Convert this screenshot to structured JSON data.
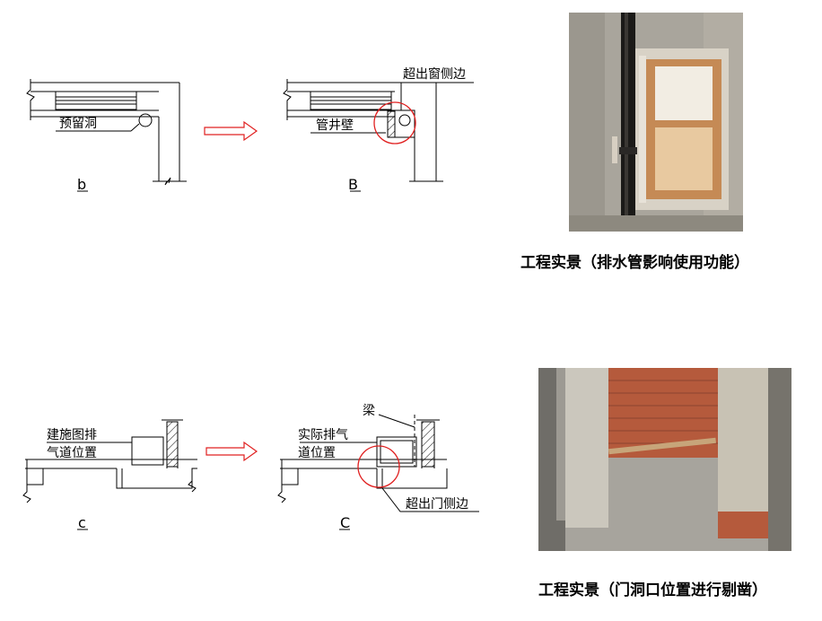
{
  "panel_b": {
    "label_reserved_hole": "预留洞",
    "letter": "b"
  },
  "panel_B": {
    "label_exceeds_window": "超出窗侧边",
    "label_shaft_wall": "管井壁",
    "letter": "B"
  },
  "panel_c": {
    "label_design_position_line1": "建施图排",
    "label_design_position_line2": "气道位置",
    "letter": "c"
  },
  "panel_C": {
    "label_beam": "梁",
    "label_actual_position_line1": "实际排气",
    "label_actual_position_line2": "道位置",
    "label_exceeds_door": "超出门侧边",
    "letter": "C"
  },
  "photos": {
    "top_caption": "工程实景（排水管影响使用功能）",
    "bottom_caption": "工程实景（门洞口位置进行剔凿）"
  },
  "colors": {
    "line": "#000000",
    "highlight_circle": "#e02020",
    "arrow": "#e02020"
  }
}
